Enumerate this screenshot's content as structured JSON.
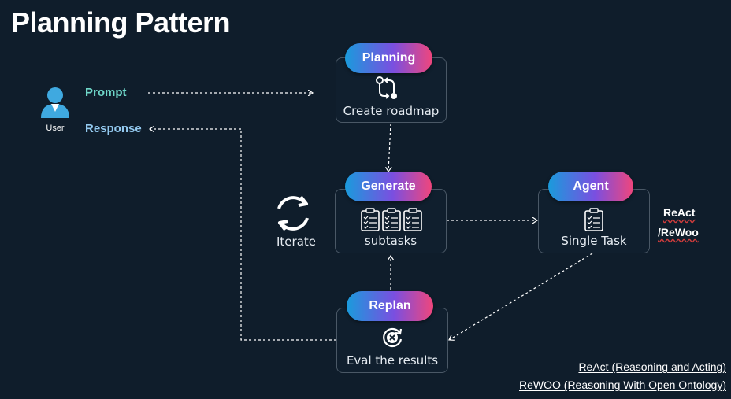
{
  "title": "Planning Pattern",
  "user": {
    "label": "User"
  },
  "flows": {
    "prompt": "Prompt",
    "response": "Response"
  },
  "nodes": {
    "planning": {
      "pill": "Planning",
      "caption": "Create roadmap"
    },
    "generate": {
      "pill": "Generate",
      "caption": "subtasks"
    },
    "agent": {
      "pill": "Agent",
      "caption": "Single Task"
    },
    "replan": {
      "pill": "Replan",
      "caption": "Eval the results"
    }
  },
  "iterate": {
    "label": "Iterate"
  },
  "agent_method": {
    "line1": "ReAct",
    "line2": "/ReWoo"
  },
  "footnotes": [
    "ReAct (Reasoning and Acting)",
    "ReWOO (Reasoning With Open Ontology)"
  ],
  "colors": {
    "background": "#0f1d2b",
    "pill_start": "#1a9bdc",
    "pill_mid": "#7a4fe0",
    "pill_end": "#f0467c",
    "prompt_text": "#6fd7c9",
    "response_text": "#93c9ef",
    "user_icon": "#3fa9e0"
  }
}
